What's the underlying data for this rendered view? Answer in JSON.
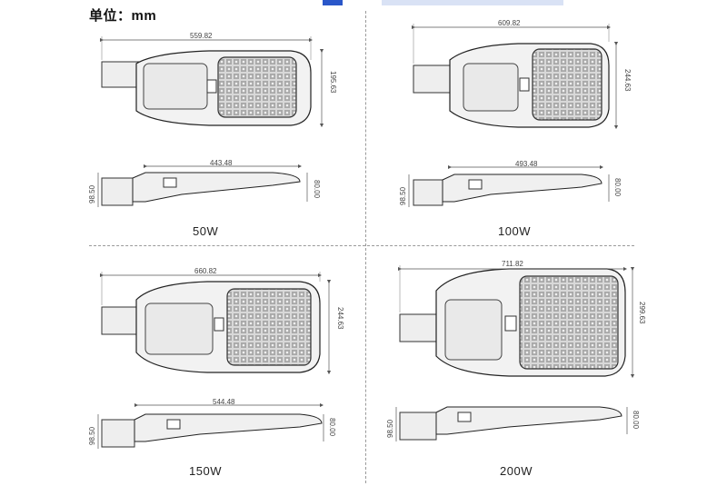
{
  "header": {
    "unit_label": "单位：mm"
  },
  "variants": [
    {
      "power": "50W",
      "top_length": "559.82",
      "top_width": "195.63",
      "side_length": "443.48",
      "side_height_left": "98.50",
      "side_height_right": "80.00"
    },
    {
      "power": "100W",
      "top_length": "609.82",
      "top_width": "244.63",
      "side_length": "493.48",
      "side_height_left": "98.50",
      "side_height_right": "80.00"
    },
    {
      "power": "150W",
      "top_length": "660.82",
      "top_width": "244.63",
      "side_length": "544.48",
      "side_height_left": "98.50",
      "side_height_right": "80.00"
    },
    {
      "power": "200W",
      "top_length": "711.82",
      "top_width": "299.63",
      "side_length": "",
      "side_height_left": "98.50",
      "side_height_right": "80.00"
    }
  ]
}
